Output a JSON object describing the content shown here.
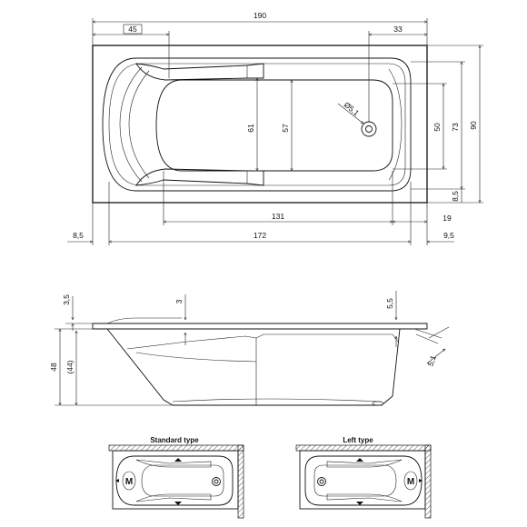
{
  "top_view": {
    "dims": {
      "overall_length": "190",
      "headrest": "45",
      "drain_offset": "33",
      "inner_width_a": "61",
      "inner_width_b": "57",
      "drain_dia": "Ø5,1",
      "width_50": "50",
      "width_73": "73",
      "overall_width": "90",
      "edge_85": "8,5",
      "inner_length": "131",
      "end_19": "19",
      "left_85": "8,5",
      "bottom_length": "172",
      "right_95": "9,5"
    }
  },
  "side_view": {
    "dims": {
      "top_35": "3,5",
      "rim_3": "3",
      "rim_55": "5,5",
      "height_48": "48",
      "height_44": "(44)",
      "slope_51": "5,1"
    }
  },
  "variants": {
    "standard_label": "Standard type",
    "left_label": "Left type",
    "motor_letter": "M"
  }
}
